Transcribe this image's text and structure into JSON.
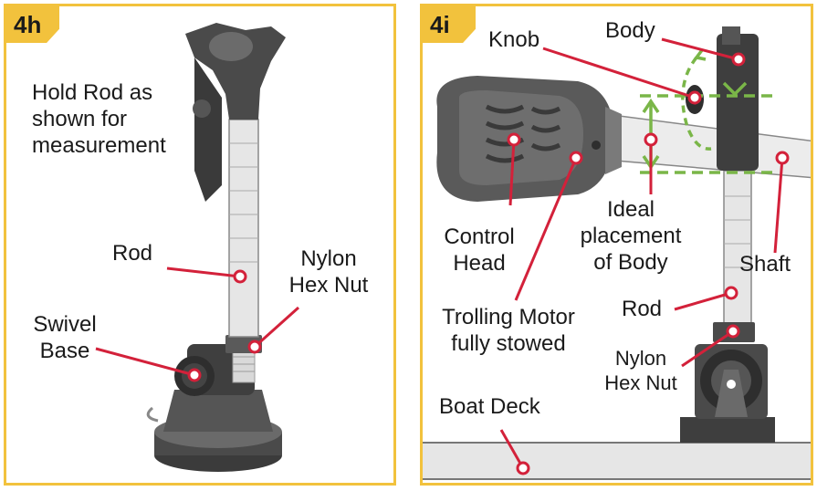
{
  "panels": [
    {
      "step": "4h",
      "labels": {
        "hold": "Hold Rod as\nshown for\nmeasurement",
        "rod": "Rod",
        "nut": "Nylon\nHex Nut",
        "base": "Swivel\nBase"
      }
    },
    {
      "step": "4i",
      "labels": {
        "knob": "Knob",
        "body": "Body",
        "control_head": "Control\nHead",
        "ideal": "Ideal\nplacement\nof Body",
        "shaft": "Shaft",
        "rod": "Rod",
        "trolling": "Trolling Motor\nfully stowed",
        "nut": "Nylon\nHex Nut",
        "deck": "Boat Deck"
      }
    }
  ],
  "colors": {
    "frame": "#f2c23d",
    "callout": "#d3213a",
    "placement_guide": "#7ab648",
    "part_dark": "#4a4a4a",
    "part_light": "#e6e6e6"
  },
  "icons": [
    "callout-dot",
    "placement-arrow",
    "rotation-arrow"
  ]
}
